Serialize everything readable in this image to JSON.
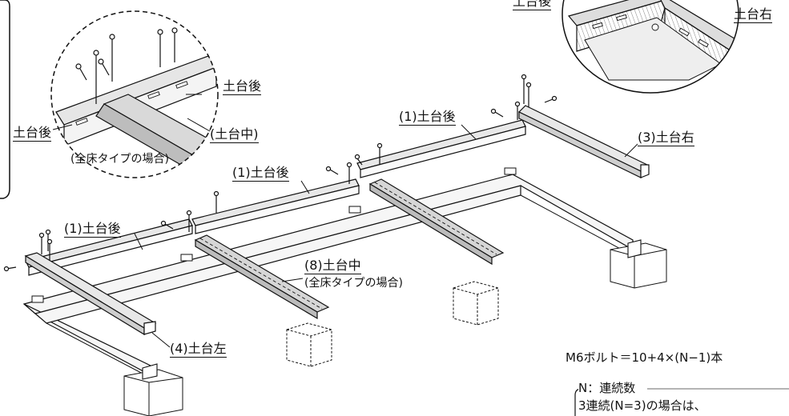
{
  "detail_inset": {
    "left_rail_label": "土台後",
    "right_rail_label": "土台後",
    "middle_rail_label": "(土台中)",
    "caption": "(全床タイプの場合)"
  },
  "corner_inset": {
    "left_label": "土台後",
    "right_label": "土台右"
  },
  "parts": {
    "rear_1": "(1)土台後",
    "rear_2": "(1)土台後",
    "rear_3": "(1)土台後",
    "right": "(3)土台右",
    "middle": "(8)土台中",
    "middle_note": "(全床タイプの場合)",
    "left": "(4)土台左"
  },
  "formula": "M6ボルト＝10+4×(N−1)本",
  "note": {
    "legend": "N：連続数",
    "example": "3連続(N=3)の場合は、"
  }
}
